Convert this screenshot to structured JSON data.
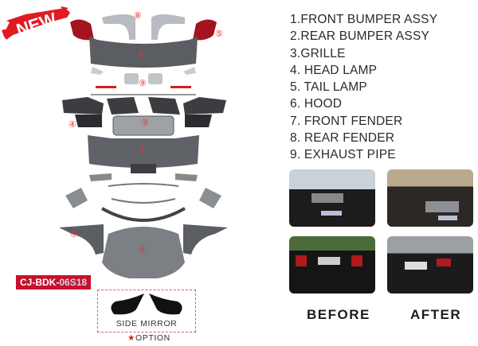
{
  "banner": {
    "text": "NEW",
    "color": "#e01b24"
  },
  "parts_list": [
    "1.FRONT BUMPER ASSY",
    "2.REAR BUMPER ASSY",
    "3.GRILLE",
    "4. HEAD LAMP",
    "5. TAIL LAMP",
    "6. HOOD",
    "7. FRONT FENDER",
    "8. REAR FENDER",
    "9. EXHAUST PIPE"
  ],
  "callouts": {
    "c1": "①",
    "c2": "②",
    "c3": "③",
    "c4": "④",
    "c5": "⑤",
    "c6": "⑥",
    "c7": "⑦",
    "c8": "⑧",
    "c9": "⑨"
  },
  "product_code": {
    "prefix": "CJ-BDK-",
    "suffix": "06S18"
  },
  "side_mirror": {
    "label": "SIDE MIRROR",
    "option_star": "★",
    "option_text": "OPTION"
  },
  "comparison": {
    "before_label": "BEFORE",
    "after_label": "AFTER"
  },
  "colors": {
    "accent_red": "#c8102e",
    "text": "#2a2a2a",
    "part_gray": "#6b6e73"
  }
}
